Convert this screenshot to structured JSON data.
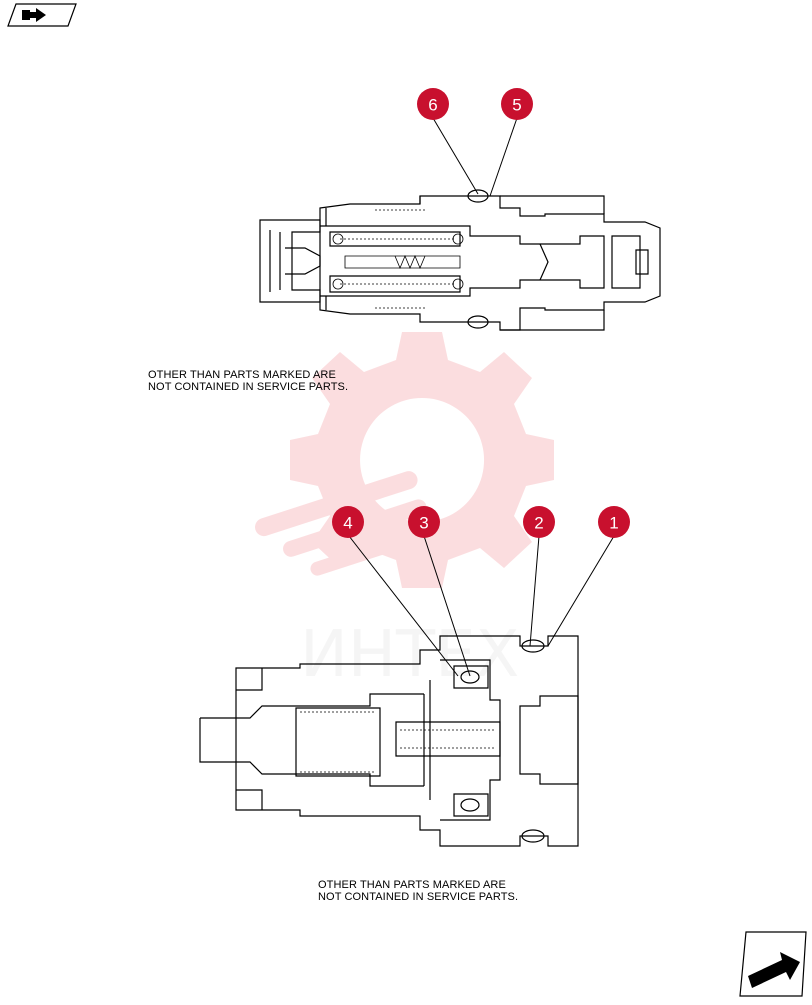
{
  "notes": {
    "top": [
      "OTHER THAN PARTS MARKED ARE",
      "NOT CONTAINED IN SERVICE PARTS."
    ],
    "bottom": [
      "OTHER THAN PARTS MARKED ARE",
      "NOT CONTAINED IN SERVICE PARTS."
    ]
  },
  "callouts": {
    "c6": "6",
    "c5": "5",
    "c4": "4",
    "c3": "3",
    "c2": "2",
    "c1": "1"
  },
  "watermark": {
    "text": "ИНТЕХ",
    "color": "#e8343e"
  },
  "colors": {
    "callout_fill": "#c8102e",
    "line": "#000000"
  },
  "icons": {
    "top_left": "book-arrow-icon",
    "bottom_right": "next-page-arrow-icon"
  }
}
